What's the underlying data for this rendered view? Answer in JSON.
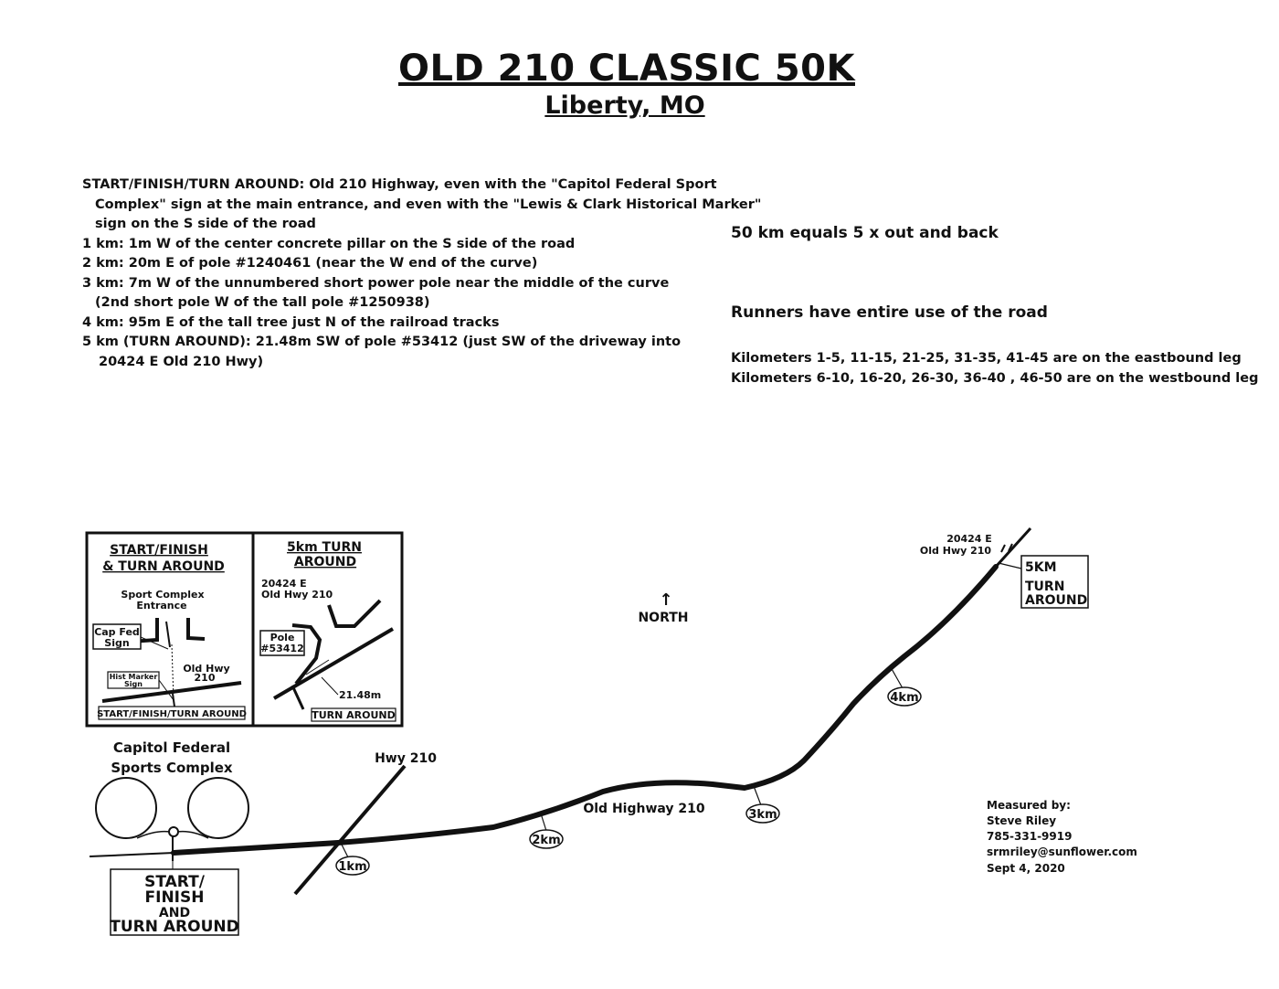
{
  "header": {
    "title": "OLD 210 CLASSIC 50K",
    "subtitle": "Liberty, MO"
  },
  "description": {
    "lines": [
      "START/FINISH/TURN AROUND: Old 210 Highway, even with the \"Capitol Federal Sport",
      "Complex\" sign at the main entrance, and even with the \"Lewis & Clark Historical Marker\"",
      "sign on the S side of the road",
      "1 km: 1m W of the center concrete pillar on the S side of the road",
      "2 km: 20m E of pole #1240461 (near the W end of the curve)",
      "3 km: 7m W of the unnumbered short power pole near the middle of the curve",
      "(2nd short pole W of the tall pole #1250938)",
      "4 km: 95m E of the tall tree just N of the railroad tracks",
      "5 km (TURN AROUND): 21.48m SW of pole #53412 (just SW of the driveway into",
      "20424 E Old 210 Hwy)"
    ]
  },
  "notes": {
    "out_and_back": "50 km equals 5 x out and back",
    "road_use": "Runners have entire use of the road",
    "eastbound": "Kilometers 1-5, 11-15, 21-25, 31-35, 41-45 are on the eastbound leg",
    "westbound": "Kilometers 6-10, 16-20, 26-30, 36-40 , 46-50 are on the westbound leg"
  },
  "inset_start": {
    "title_line1": "START/FINISH",
    "title_line2": "& TURN AROUND",
    "entrance_line1": "Sport Complex",
    "entrance_line2": "Entrance",
    "capfed_line1": "Cap Fed",
    "capfed_line2": "Sign",
    "hist_line1": "Hist Marker",
    "hist_line2": "Sign",
    "road_line1": "Old Hwy",
    "road_line2": "210",
    "footer": "START/FINISH/TURN AROUND"
  },
  "inset_turn": {
    "title_line1": "5km TURN",
    "title_line2": "AROUND",
    "address_line1": "20424 E",
    "address_line2": "Old Hwy 210",
    "pole_line1": "Pole",
    "pole_line2": "#53412",
    "distance": "21.48m",
    "footer": "TURN AROUND"
  },
  "map": {
    "north_arrow": "↑",
    "north_label": "NORTH",
    "complex_line1": "Capitol Federal",
    "complex_line2": "Sports Complex",
    "hwy210": "Hwy 210",
    "old_highway": "Old Highway 210",
    "address_line1": "20424 E",
    "address_line2": "Old Hwy 210",
    "turn_box_line1": "5KM",
    "turn_box_line2": "TURN",
    "turn_box_line3": "AROUND",
    "start_box_line1": "START/",
    "start_box_line2": "FINISH",
    "start_box_line3": "AND",
    "start_box_line4": "TURN AROUND",
    "km_markers": [
      "1km",
      "2km",
      "3km",
      "4km"
    ]
  },
  "measured": {
    "label": "Measured by:",
    "name": "Steve Riley",
    "phone": "785-331-9919",
    "email": "srmriley@sunflower.com",
    "date": "Sept 4, 2020"
  }
}
